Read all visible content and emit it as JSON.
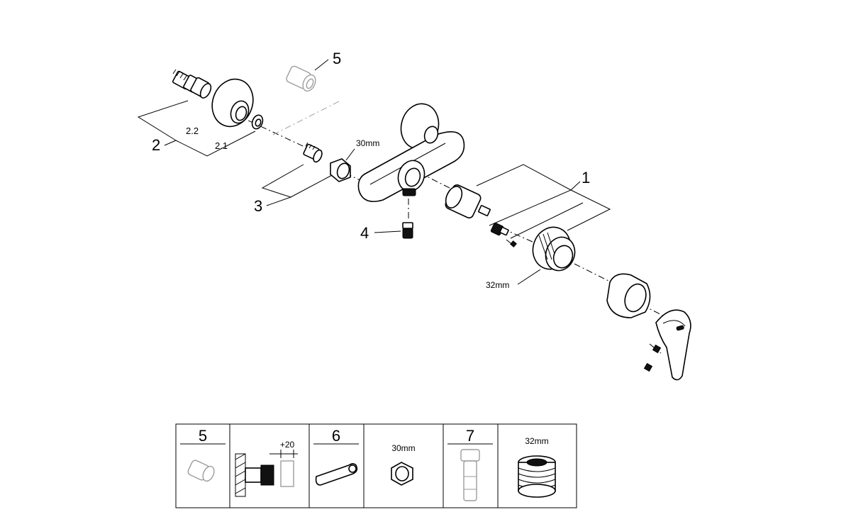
{
  "callouts": {
    "c1": "1",
    "c2": "2",
    "c2_1": "2.1",
    "c2_2": "2.2",
    "c3": "3",
    "c4": "4",
    "c5": "5"
  },
  "dimensions": {
    "nut_30": "30mm",
    "ring_32": "32mm"
  },
  "table": {
    "cells": [
      {
        "number": "5",
        "label": ""
      },
      {
        "number": "",
        "label": "+20"
      },
      {
        "number": "6",
        "label": ""
      },
      {
        "number": "",
        "label": "30mm"
      },
      {
        "number": "7",
        "label": ""
      },
      {
        "number": "",
        "label": "32mm"
      }
    ]
  }
}
